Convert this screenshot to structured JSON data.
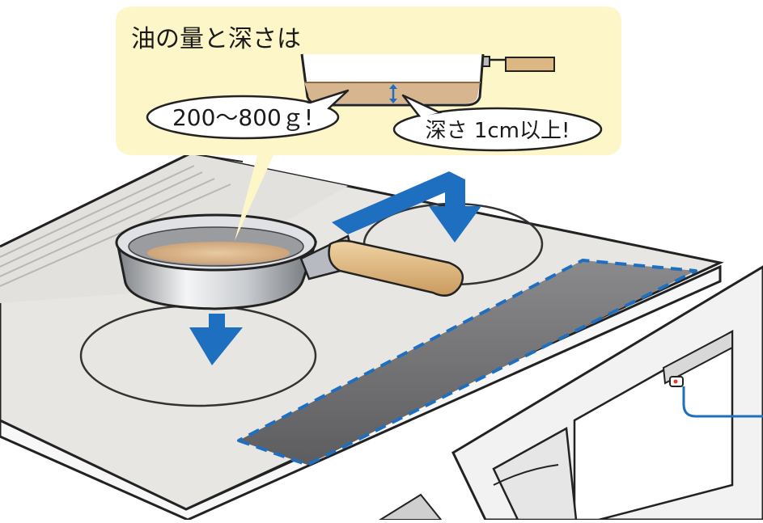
{
  "callout": {
    "title": "油の量と深さは",
    "amount_label": "200～800ｇ!",
    "depth_label": "深さ 1cm以上!"
  },
  "colors": {
    "callout_fill": "#fdf6c8",
    "arrow_blue": "#1f6fc0",
    "cooktop_top": "#e8e6e2",
    "control_strip": "#6e6e70",
    "oil": "#d7b58e",
    "handle_wood": "#dcb783",
    "indicator_red": "#e23b2e"
  },
  "icons": {
    "pan": "frying-pan-icon",
    "depth_marker": "up-down-arrow-icon",
    "arrows": "down-arrow-icon"
  }
}
